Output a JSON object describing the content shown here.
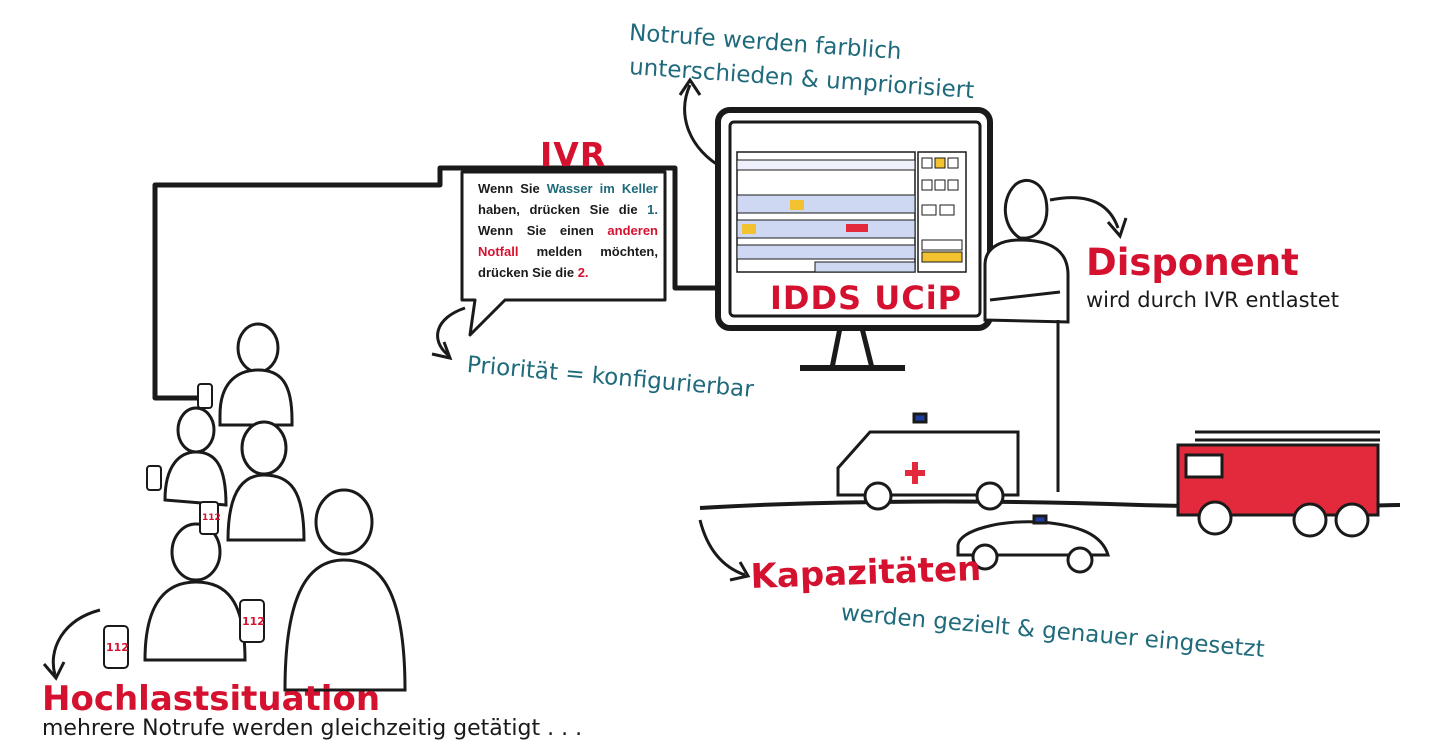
{
  "labels": {
    "notrufe_line1": "Notrufe werden farblich",
    "notrufe_line2": "unterschieden & umpriorisiert",
    "ivr_title": "IVR",
    "prioritaet": "Priorität = konfigurierbar",
    "idds": "IDDS UCiP",
    "disponent_title": "Disponent",
    "disponent_sub": "wird durch IVR entlastet",
    "kapazitaeten_title": "Kapazitäten",
    "kapazitaeten_sub": "werden gezielt & genauer eingesetzt",
    "hochlast_title": "Hochlastsituation",
    "hochlast_sub": "mehrere Notrufe werden gleichzeitig getätigt . . ."
  },
  "bubble": {
    "p1": "Wenn Sie ",
    "p2": "Wasser im Keller",
    "p3": " haben, drücken Sie die ",
    "p4": "1.",
    "p5": " Wenn Sie einen ",
    "p6": "anderen Notfall",
    "p7": " melden möchten, drücken Sie die ",
    "p8": "2."
  },
  "phones": {
    "number": "112"
  },
  "colors": {
    "accent_red": "#d51130",
    "teal": "#1f6b7c",
    "ink": "#1a1a1a",
    "screen_yellow": "#f2c230",
    "screen_red": "#e22a3c",
    "screen_blue": "#cfd8f2"
  }
}
